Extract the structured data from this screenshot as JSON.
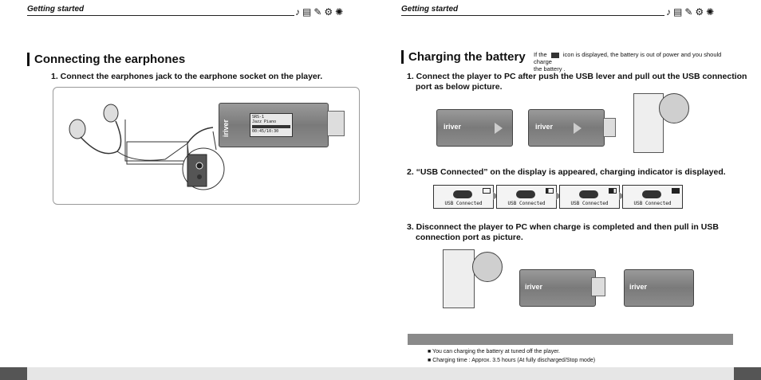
{
  "left_page": {
    "header": "Getting started",
    "icons": [
      "music-note-icon",
      "document-icon",
      "edit-icon",
      "satellite-icon",
      "gear-icon"
    ],
    "title": "Connecting the earphones",
    "step1": "1. Connect the earphones jack  to the earphone socket  on the player.",
    "player_brand": "iriver",
    "lcd_line1": "SRS-1",
    "lcd_line2": "Jazz Piano",
    "lcd_line3": "00:45/10:30"
  },
  "right_page": {
    "header": "Getting started",
    "icons": [
      "music-note-icon",
      "document-icon",
      "edit-icon",
      "satellite-icon",
      "gear-icon"
    ],
    "title": "Charging the battery",
    "battery_note_part1": "If the",
    "battery_note_part2": "icon is displayed, the battery is out of power and you should charge",
    "battery_note_part3": "the battery .",
    "step1": "1. Connect the player to PC after push the USB lever and pull out the USB connection",
    "step1_cont": "port as below picture.",
    "step2": "2. “USB Connected” on the display is appeared, charging indicator is displayed.",
    "usb_displays": [
      "USB Connected",
      "USB Connected",
      "USB Connected",
      "USB Connected"
    ],
    "step3": "3. Disconnect the player to PC when charge is completed and then pull in USB",
    "step3_cont": "connection port as  picture.",
    "player_brand": "iriver",
    "bullets": [
      "You can charging the battery at tuned off the player.",
      "Charging time : Approx. 3.5 hours (At fully discharged/Stop mode)"
    ]
  }
}
